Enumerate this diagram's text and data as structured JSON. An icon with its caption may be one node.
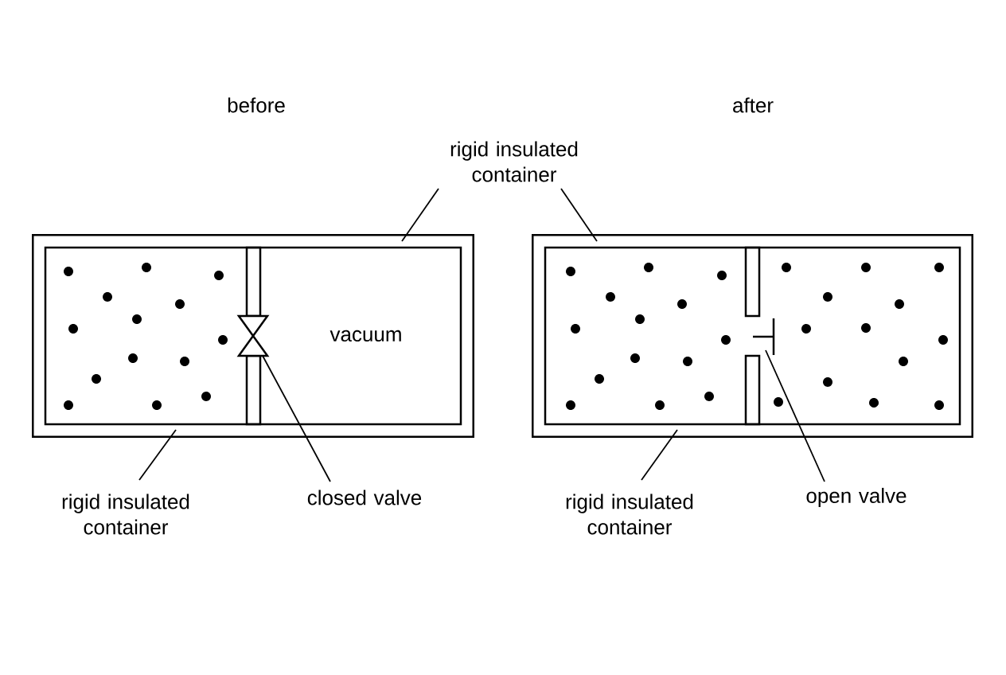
{
  "diagram": {
    "nodes": [
      {
        "text": [],
        "shape": "box"
      },
      {
        "text": [],
        "shape": "valve",
        "in": 0
      },
      {
        "text": [],
        "shape": "box"
      },
      {
        "text": [],
        "shape": "valve",
        "in": 2
      },
      {
        "text": [
          "rigid insulated container"
        ]
      },
      {
        "text": [
          "rigid insulated container"
        ]
      },
      {
        "text": [
          "closed valve"
        ]
      },
      {
        "text": [
          "rigid insulated container"
        ]
      },
      {
        "text": [
          "open valve"
        ]
      }
    ],
    "edges": [
      {
        "from": 4,
        "to": 0,
        "arrow": "none"
      },
      {
        "from": 4,
        "to": 2,
        "arrow": "none"
      },
      {
        "from": 5,
        "to": 0,
        "arrow": "none"
      },
      {
        "from": 6,
        "to": 1,
        "arrow": "none"
      },
      {
        "from": 7,
        "to": 2,
        "arrow": "none"
      },
      {
        "from": 8,
        "to": 3,
        "arrow": "none"
      }
    ],
    "labels": [
      "before",
      "after",
      "vacuum"
    ]
  }
}
